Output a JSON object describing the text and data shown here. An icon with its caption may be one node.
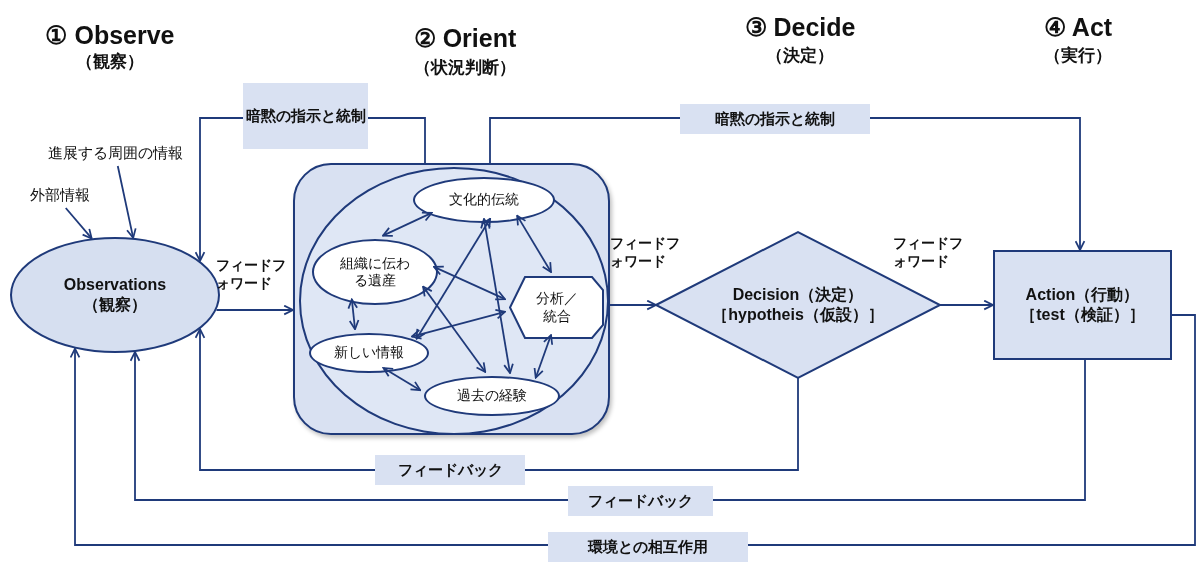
{
  "diagram": {
    "nodes": [
      {
        "text": [
          "Observations",
          "（観察）"
        ]
      },
      {
        "text": [],
        "shape": "box"
      },
      {
        "text": [],
        "shape": "circle",
        "in": 1
      },
      {
        "text": [
          "文化的伝統"
        ],
        "in": 2
      },
      {
        "text": [
          "組織に伝わる遺産"
        ],
        "in": 2
      },
      {
        "text": [
          "分析／統合"
        ],
        "in": 2
      },
      {
        "text": [
          "新しい情報"
        ],
        "in": 2
      },
      {
        "text": [
          "過去の経験"
        ],
        "in": 2
      },
      {
        "text": [
          "Decision（決定）",
          "［hypotheis（仮設）］"
        ]
      },
      {
        "text": [
          "Action（行動）",
          "［test（検証）］"
        ]
      },
      {
        "text": [
          "外部情報"
        ]
      },
      {
        "text": [
          "進展する周囲の情報"
        ]
      }
    ],
    "edges": [
      {
        "from": 10,
        "to": 0,
        "arrow": "to"
      },
      {
        "from": 11,
        "to": 0,
        "arrow": "to"
      },
      {
        "from": 0,
        "to": 1,
        "arrow": "to",
        "label": "フィードフォワード"
      },
      {
        "from": 1,
        "to": 0,
        "arrow": "to",
        "label": "暗黙の指示と統制"
      },
      {
        "from": 1,
        "to": 9,
        "arrow": "to",
        "label": "暗黙の指示と統制"
      },
      {
        "from": 1,
        "to": 8,
        "arrow": "to",
        "label": "フィードフォワード"
      },
      {
        "from": 8,
        "to": 9,
        "arrow": "to",
        "label": "フィードフォワード"
      },
      {
        "from": 8,
        "to": 0,
        "arrow": "to",
        "label": "フィードバック"
      },
      {
        "from": 9,
        "to": 0,
        "arrow": "to",
        "label": "フィードバック"
      },
      {
        "from": 9,
        "to": 0,
        "arrow": "to",
        "label": "環境との相互作用"
      },
      {
        "from": 3,
        "to": 4,
        "arrow": "both"
      },
      {
        "from": 3,
        "to": 6,
        "arrow": "both"
      },
      {
        "from": 3,
        "to": 7,
        "arrow": "both"
      },
      {
        "from": 3,
        "to": 5,
        "arrow": "both"
      },
      {
        "from": 4,
        "to": 6,
        "arrow": "both"
      },
      {
        "from": 4,
        "to": 5,
        "arrow": "both"
      },
      {
        "from": 4,
        "to": 7,
        "arrow": "both"
      },
      {
        "from": 6,
        "to": 5,
        "arrow": "both"
      },
      {
        "from": 6,
        "to": 7,
        "arrow": "both"
      },
      {
        "from": 5,
        "to": 7,
        "arrow": "both"
      }
    ],
    "labels": [
      "① Observe",
      "（観察）",
      "② Orient",
      "（状況判断）",
      "③ Decide",
      "（決定）",
      "④ Act",
      "（実行）"
    ]
  }
}
